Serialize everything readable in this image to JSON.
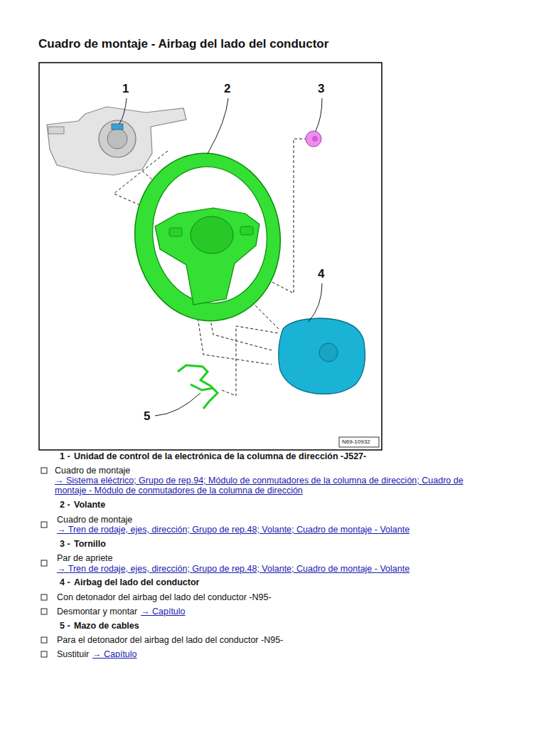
{
  "diagram": {
    "title": "Cuadro de montaje - Airbag del lado del conductor",
    "labels": [
      "1",
      "2",
      "3",
      "4",
      "5",
      "N69-10932",
      "1 -",
      "Unidad de control de la electrónica de la columna de dirección -J527-",
      "Cuadro de montaje",
      "→ Sistema eléctrico; Grupo de rep.94; Módulo de conmutadores de la columna de dirección; Cuadro de montaje - Módulo de conmutadores de la columna de dirección",
      "2 -",
      "Volante",
      "Cuadro de montaje",
      "→ Tren de rodaje, ejes, dirección; Grupo de rep.48; Volante; Cuadro de montaje - Volante",
      "3 -",
      "Tornillo",
      "Par de apriete",
      "→ Tren de rodaje, ejes, dirección; Grupo de rep.48; Volante; Cuadro de montaje - Volante",
      "4 -",
      "Airbag del lado del conductor",
      "Con detonador del airbag del lado del conductor -N95-",
      "Desmontar y montar",
      "→ Capítulo",
      "5 -",
      "Mazo de cables",
      "Para el detonador del airbag del lado del conductor -N95-",
      "Sustituir",
      "→ Capítulo"
    ]
  }
}
